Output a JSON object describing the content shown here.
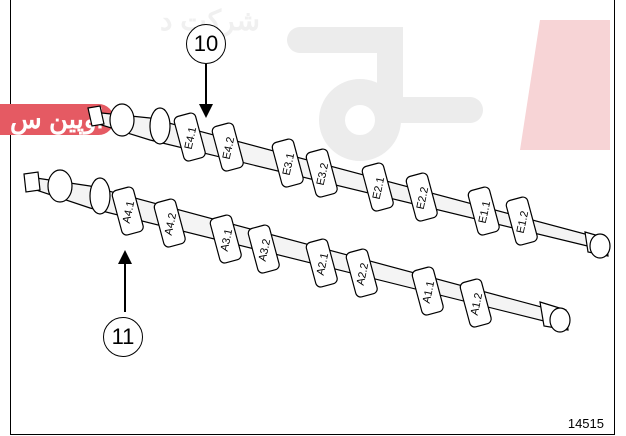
{
  "callouts": {
    "top": "10",
    "bottom": "11"
  },
  "figure_number": "14515",
  "watermark": {
    "line1": "شرکت د",
    "line2": "اوپین س"
  },
  "exhaust_labels": [
    "E4.1",
    "E4.2",
    "E3.1",
    "E3.2",
    "E2.1",
    "E2.2",
    "E1.1",
    "E1.2"
  ],
  "intake_labels": [
    "A4.1",
    "A4.2",
    "A3.1",
    "A3.2",
    "A2.1",
    "A2.2",
    "A1.1",
    "A1.2"
  ]
}
